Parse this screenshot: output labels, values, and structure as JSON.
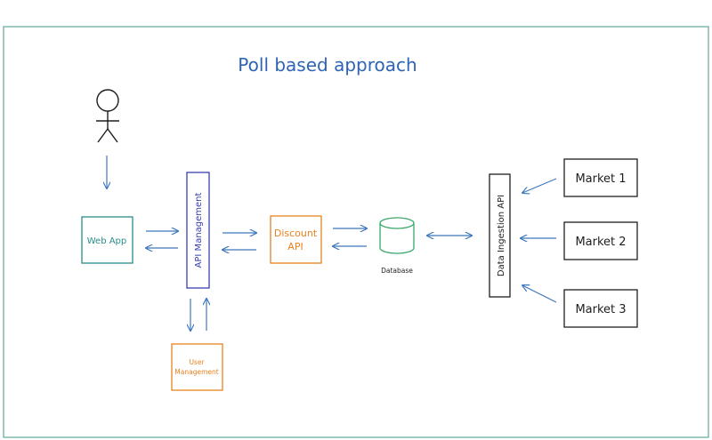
{
  "title": "Poll based approach",
  "nodes": {
    "user": {
      "label": ""
    },
    "web_app": {
      "label": "Web App"
    },
    "api_management": {
      "label": "API Management"
    },
    "discount_api": {
      "line1": "Discount",
      "line2": "API"
    },
    "database": {
      "label": "Database"
    },
    "user_management": {
      "line1": "User",
      "line2": "Management"
    },
    "data_ingestion_api": {
      "label": "Data Ingestion API"
    },
    "market_1": {
      "label": "Market 1"
    },
    "market_2": {
      "label": "Market 2"
    },
    "market_3": {
      "label": "Market 3"
    }
  },
  "colors": {
    "frame": "#5fa89a",
    "teal": "#2b8c8c",
    "blue": "#2f64b4",
    "navy": "#3a40b0",
    "orange": "#e8821e",
    "green": "#3aa86b",
    "black": "#1e1e1e",
    "arrow": "#3d78bd"
  }
}
